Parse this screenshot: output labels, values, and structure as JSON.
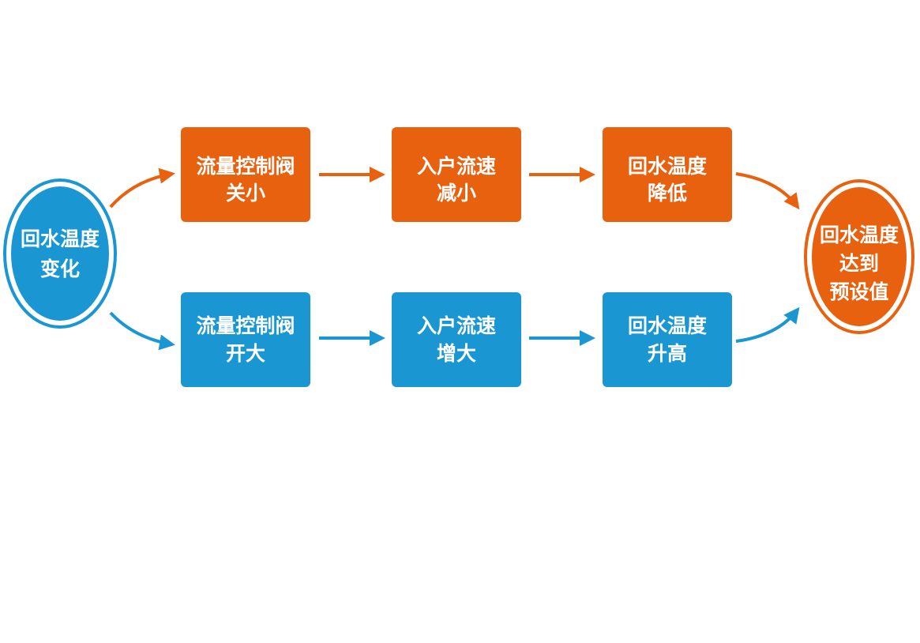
{
  "colors": {
    "orange": "#E8610F",
    "blue": "#1A97D3",
    "circle_left_border": "#1A97D3",
    "circle_right_border": "#E8610F",
    "text": "#FFFFFF",
    "background": "#FFFFFF"
  },
  "start_node": {
    "lines": [
      "回水温度",
      "变化"
    ]
  },
  "end_node": {
    "lines": [
      "回水温度",
      "达到",
      "预设值"
    ]
  },
  "top_path": {
    "color_name": "orange",
    "steps": [
      {
        "lines": [
          "流量控制阀",
          "关小"
        ]
      },
      {
        "lines": [
          "入户流速",
          "减小"
        ]
      },
      {
        "lines": [
          "回水温度",
          "降低"
        ]
      }
    ]
  },
  "bottom_path": {
    "color_name": "blue",
    "steps": [
      {
        "lines": [
          "流量控制阀",
          "开大"
        ]
      },
      {
        "lines": [
          "入户流速",
          "增大"
        ]
      },
      {
        "lines": [
          "回水温度",
          "升高"
        ]
      }
    ]
  }
}
